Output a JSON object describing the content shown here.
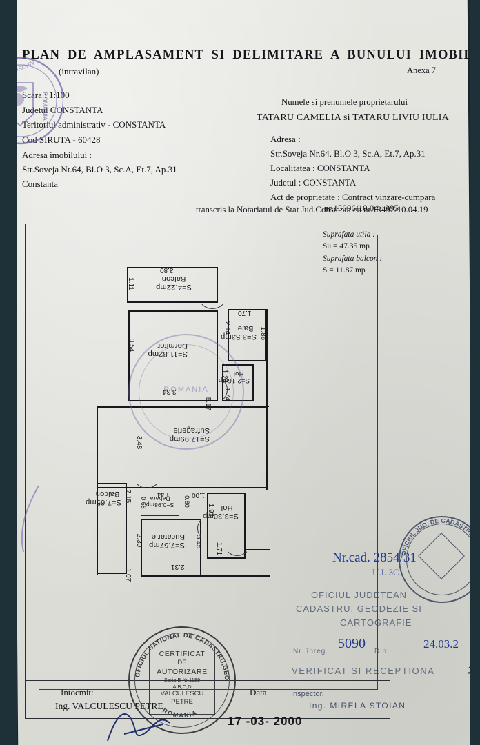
{
  "document": {
    "title": "PLAN DE AMPLASAMENT SI DELIMITARE A BUNULUI IMOBIL",
    "subtitle": "(intravilan)",
    "annex": "Anexa 7"
  },
  "left_column": {
    "scale": "Scara : 1:100",
    "county": "Judetul CONSTANTA",
    "admin_territory": "Teritoriul administrativ - CONSTANTA",
    "siruta_code": "Cod SIRUTA - 60428",
    "address_label": "Adresa imobilului :",
    "address_line": "Str.Soveja Nr.64, Bl.O 3, Sc.A, Et.7, Ap.31",
    "city": "Constanta"
  },
  "right_column": {
    "owner_header": "Numele si prenumele proprietarului",
    "owner_name": "TATARU CAMELIA si TATARU LIVIU IULIA",
    "address_label": "Adresa :",
    "address_line": "Str.Soveja Nr.64, Bl.O 3, Sc.A, Et.7, Ap.31",
    "locality": "Localitatea : CONSTANTA",
    "county": "Judetul : CONSTANTA",
    "deed": "Act de proprietate : Contract vinzare-cumpara",
    "deed_number": "nr.15006/10.04.1995",
    "notary": "transcris la Notariatul de Stat Jud.Constanta cu nr.13492/10.04.19"
  },
  "areas": {
    "useful_label": "Suprafata utila :",
    "useful_value": "Su  = 47.35 mp",
    "balcony_label": "Suprafata balcon :",
    "balcony_value": "S = 11.87 mp"
  },
  "footer": {
    "drawn_by_label": "Intocmit:",
    "drawn_by_name": "Ing. VALCULESCU PETRE",
    "date_label": "Data",
    "date_value": "17 -03- 2000"
  },
  "auth_stamp": {
    "arc_text": "OFICIUL NATIONAL DE CADASTRU,GEODEZIE SI CARTOGRAFIE",
    "bottom_arc": "ROMANIA",
    "line1": "CERTIFICAT",
    "line2": "DE",
    "line3": "AUTORIZARE",
    "line4": "Seria B Nr.1189",
    "line5": "A,B,C,D",
    "line6": "VALCULESCU",
    "line7": "PETRE"
  },
  "office_stamp": {
    "line1": "OFICIUL JUDETEAN",
    "line2": "CADASTRU, GEODEZIE SI",
    "line3": "CARTOGRAFIE",
    "reg_label": "Nr. înreg.",
    "reg_value": "5090",
    "date_label": "Din",
    "date_value": "24.03.2",
    "verified": "VERIFICAT SI RECEPTIONA",
    "inspector_label": "Inspector,",
    "inspector_name": "Ing. MIRELA STOIAN",
    "handwritten_reg": "Nr.cad. 2854/31",
    "handwritten_small": "U.I. 3C"
  },
  "round_seal": {
    "outer_text": "OFICIUL JUD. DE CADASTRU CONSTANTA CARTOGRAFIE"
  },
  "floor_plan": {
    "rooms": [
      {
        "name": "Balcon",
        "area": "S=4.22mp",
        "dims": [
          "3.80",
          "1.11"
        ]
      },
      {
        "name": "Dormitor",
        "area": "S=11.82mp",
        "dims": [
          "3.54",
          "3.34"
        ]
      },
      {
        "name": "Baie",
        "area": "S=3.53mp",
        "dims": [
          "1.70",
          "1.86",
          "2.14"
        ]
      },
      {
        "name": "Hol",
        "area": "S=2.16mp",
        "dims": [
          "1.24",
          "1.74"
        ]
      },
      {
        "name": "Sufragerie",
        "area": "S=17.99mp",
        "dims": [
          "5.17",
          "3.48"
        ]
      },
      {
        "name": "Balcon",
        "area": "S=7.65mp",
        "dims": [
          "7.15",
          "2.30",
          "1.07"
        ]
      },
      {
        "name": "Debara",
        "area": "S=0.98mp",
        "dims": [
          "1.44",
          "0.68"
        ]
      },
      {
        "name": "Bucatarie",
        "area": "S=7.57mp",
        "dims": [
          "2.31",
          "3.45",
          "0.80"
        ]
      },
      {
        "name": "Hol",
        "area": "S=3.30mp",
        "dims": [
          "1.00",
          "1.93",
          "1.71"
        ]
      }
    ]
  },
  "colors": {
    "paper": "#e3e3de",
    "ink": "#16181b",
    "purple_stamp": "#6c60a8",
    "blue_stamp": "#20388f",
    "frame_bg": "#1e3138"
  }
}
